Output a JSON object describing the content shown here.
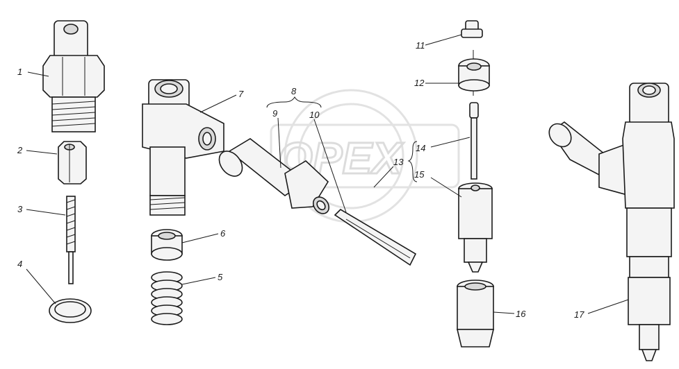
{
  "watermark": {
    "text": "OPEX"
  },
  "callouts": {
    "c1": "1",
    "c2": "2",
    "c3": "3",
    "c4": "4",
    "c5": "5",
    "c6": "6",
    "c7": "7",
    "c8": "8",
    "c9": "9",
    "c10": "10",
    "c11": "11",
    "c12": "12",
    "c13": "13",
    "c14": "14",
    "c15": "15",
    "c16": "16",
    "c17": "17"
  },
  "colors": {
    "ink": "#1a1a1a",
    "background": "#ffffff",
    "watermark": "#dcdcdc"
  }
}
